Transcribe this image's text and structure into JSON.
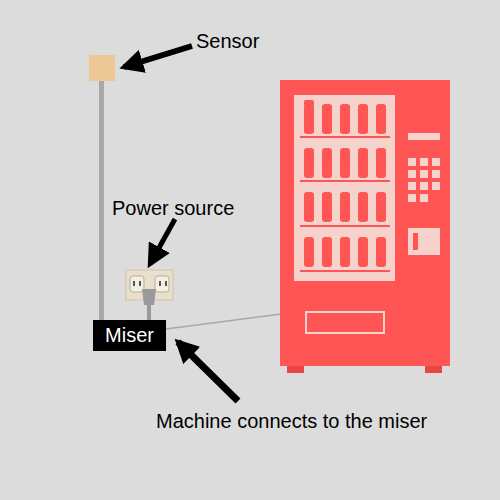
{
  "diagram": {
    "nodes": [
      {
        "text": [
          "Miser"
        ]
      }
    ],
    "labels": [
      "Sensor",
      "Power source",
      "Machine connects to the miser"
    ]
  }
}
